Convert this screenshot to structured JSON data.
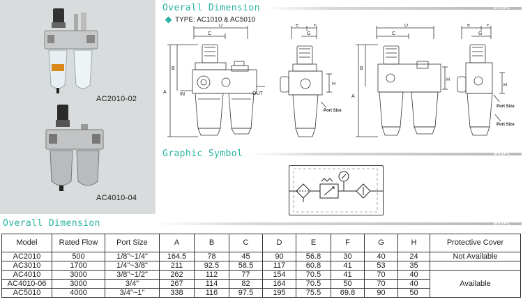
{
  "products": [
    {
      "caption": "AC2010-02"
    },
    {
      "caption": "AC4010-04"
    }
  ],
  "headings": {
    "overall_dimension_top": "Overall Dimension",
    "graphic_symbol": "Graphic Symbol",
    "overall_dimension_bottom": "Overall Dimension",
    "brand": "MVSPC"
  },
  "type_line": "TYPE: AC1010 & AC5010",
  "drawing_labels": {
    "A": "A",
    "B": "B",
    "C": "C",
    "D": "D",
    "E": "E",
    "F": "F",
    "G": "G",
    "H": "H",
    "IN": "IN",
    "OUT": "OUT",
    "port_size": "Port Size"
  },
  "table": {
    "headers": [
      "Model",
      "Rated Flow",
      "Port Size",
      "A",
      "B",
      "C",
      "D",
      "E",
      "F",
      "G",
      "H",
      "Protective Cover"
    ],
    "rows": [
      [
        "AC2010",
        "500",
        "1/8\"~1/4\"",
        "164.5",
        "78",
        "45",
        "90",
        "56.8",
        "30",
        "40",
        "24"
      ],
      [
        "AC3010",
        "1700",
        "1/4\"~3/8\"",
        "211",
        "92.5",
        "58.5",
        "117",
        "60.8",
        "41",
        "53",
        "35"
      ],
      [
        "AC4010",
        "3000",
        "3/8\"~1/2\"",
        "262",
        "112",
        "77",
        "154",
        "70.5",
        "41",
        "70",
        "40"
      ],
      [
        "AC4010-06",
        "3000",
        "3/4\"",
        "267",
        "114",
        "82",
        "164",
        "70.5",
        "50",
        "70",
        "40"
      ],
      [
        "AC5010",
        "4000",
        "3/4\"~1\"",
        "338",
        "116",
        "97.5",
        "195",
        "75.5",
        "69.8",
        "90",
        "50"
      ]
    ],
    "protective_cover": [
      "Not Available",
      "Available"
    ]
  }
}
